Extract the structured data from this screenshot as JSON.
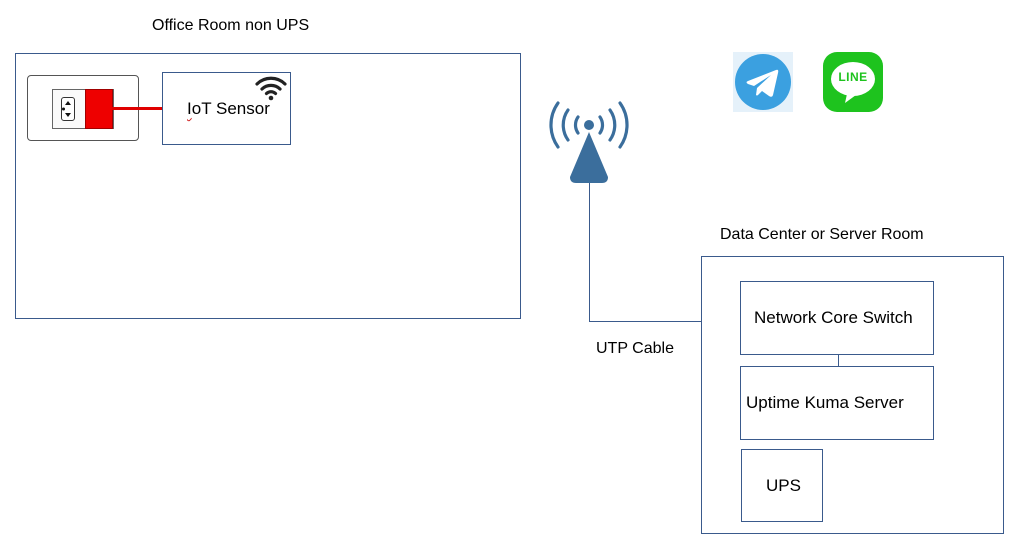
{
  "office": {
    "title": "Office Room non UPS",
    "sensor_label_prefix": "I",
    "sensor_label_rest": "oT Sensor",
    "outlet_icon": "power-outlet-icon",
    "plug_icon": "power-plug-icon",
    "wifi_icon": "wifi-icon",
    "cable_color": "#e00000",
    "plug_color": "#ee0000"
  },
  "network": {
    "antenna_icon": "wireless-access-point-icon",
    "antenna_color": "#3b6e9c",
    "cable_label": "UTP Cable"
  },
  "notifications": {
    "telegram_icon": "telegram-icon",
    "telegram_color": "#3ba0e0",
    "line_icon": "line-app-icon",
    "line_label": "LINE",
    "line_color": "#1ec31e"
  },
  "datacenter": {
    "title": "Data Center or Server Room",
    "switch_label": "Network Core Switch",
    "server_label": "Uptime Kuma Server",
    "ups_label": "UPS"
  },
  "colors": {
    "box_border": "#3a5a8c"
  }
}
